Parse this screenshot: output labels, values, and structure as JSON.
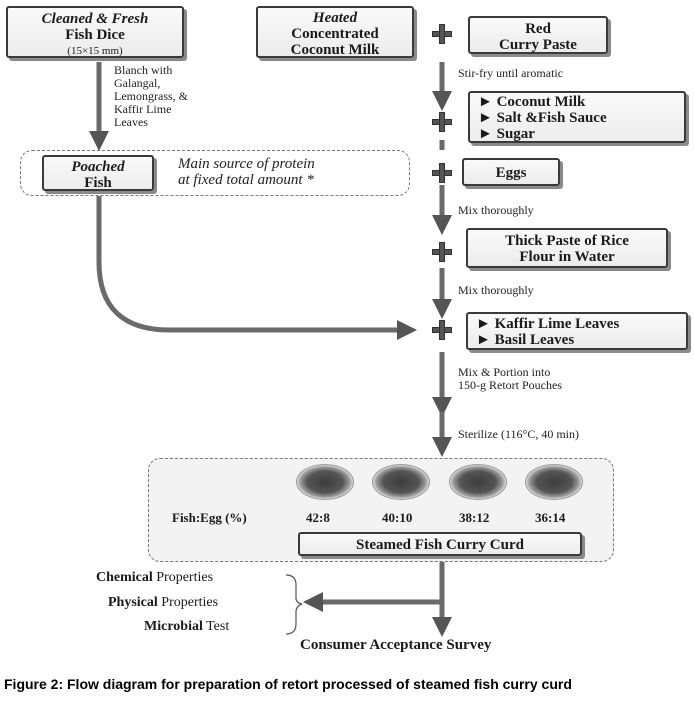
{
  "nodes": {
    "fish_dice": {
      "line1": "Cleaned & Fresh",
      "line2": "Fish Dice",
      "size": "(15×15 mm)"
    },
    "coconut": {
      "line1": "Heated",
      "line2": "Concentrated",
      "line3": "Coconut Milk"
    },
    "curry_paste": {
      "line1": "Red",
      "line2": "Curry Paste"
    },
    "additions1": [
      "► Coconut Milk",
      "► Salt &Fish Sauce",
      "► Sugar"
    ],
    "poached": {
      "line1": "Poached",
      "line2": "Fish"
    },
    "protein_note": {
      "line1": "Main source of protein",
      "line2": "at fixed total amount *"
    },
    "eggs": "Eggs",
    "rice_paste": {
      "line1": "Thick Paste of Rice",
      "line2": "Flour in Water"
    },
    "additions2": [
      "► Kaffir Lime Leaves",
      "► Basil Leaves"
    ],
    "product": "Steamed Fish Curry Curd",
    "survey": "Consumer Acceptance Survey"
  },
  "steps": {
    "blanch": [
      "Blanch with",
      "Galangal,",
      "Lemongrass, &",
      "Kaffir Lime",
      "Leaves"
    ],
    "stir_fry": "Stir-fry until aromatic",
    "mix1": "Mix thoroughly",
    "mix2": "Mix thoroughly",
    "portion": [
      "Mix & Portion into",
      "150-g Retort Pouches"
    ],
    "sterilize": "Sterilize (116°C, 40 min)"
  },
  "ratio_label": "Fish:Egg (%)",
  "ratios": [
    "42:8",
    "40:10",
    "38:12",
    "36:14"
  ],
  "analyses": [
    {
      "bold": "Chemical",
      "rest": " Properties"
    },
    {
      "bold": "Physical",
      "rest": " Properties"
    },
    {
      "bold": "Microbial",
      "rest": " Test"
    }
  ],
  "caption": "Figure 2: Flow diagram for preparation of retort processed of steamed fish curry curd",
  "colors": {
    "arrow": "#6a6a6a",
    "border": "#3a3a3a"
  }
}
